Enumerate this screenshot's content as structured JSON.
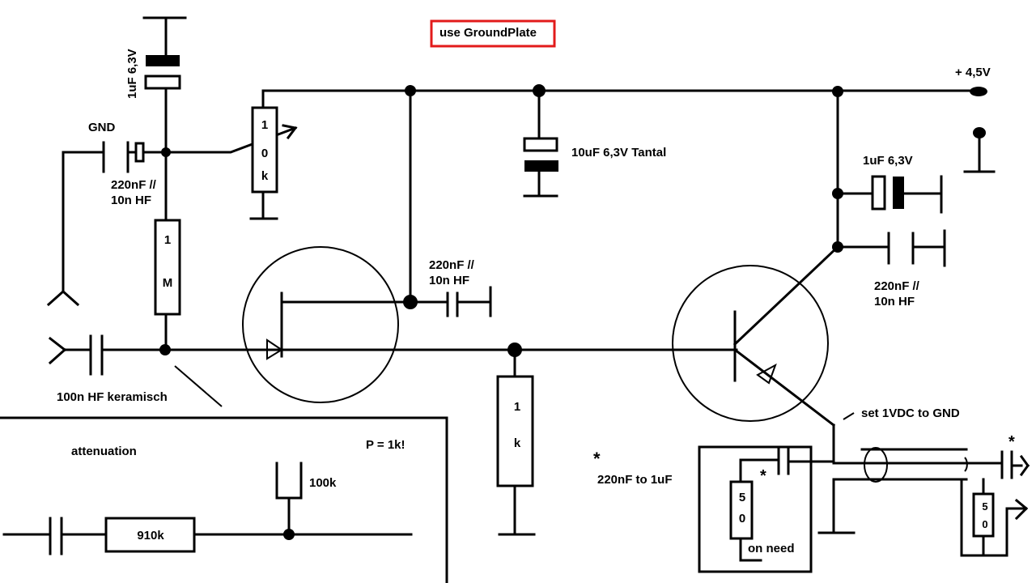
{
  "note_box": {
    "text": "use GroundPlate",
    "border_color": "#e21b1b"
  },
  "labels": {
    "cap_top_left": "1uF 6,3V",
    "gnd": "GND",
    "cap_gnd": [
      "220nF //",
      "10n HF"
    ],
    "pot": [
      "1",
      "0",
      "k"
    ],
    "tantal": "10uF 6,3V Tantal",
    "supply": "+ 4,5V",
    "cap_right_top": "1uF 6,3V",
    "cap_right_bottom": [
      "220nF //",
      "10n HF"
    ],
    "cap_gate": [
      "220nF //",
      "10n HF"
    ],
    "res_1m": [
      "1",
      "M"
    ],
    "cap_input": "100n HF keramisch",
    "res_1k": [
      "1",
      "k"
    ],
    "set_note": "set 1VDC to GND",
    "star_note": "*",
    "star_note_text": "220nF to 1uF",
    "res_50_left": [
      "5",
      "0"
    ],
    "star_small": "*",
    "on_need": "on need",
    "star_right": "*",
    "res_50_right": [
      "5",
      "0"
    ],
    "attenuation": "attenuation",
    "p_note": "P = 1k!",
    "res_100k": "100k",
    "res_910k": "910k"
  },
  "colors": {
    "line": "#000000",
    "background": "#ffffff",
    "accent": "#e21b1b"
  }
}
